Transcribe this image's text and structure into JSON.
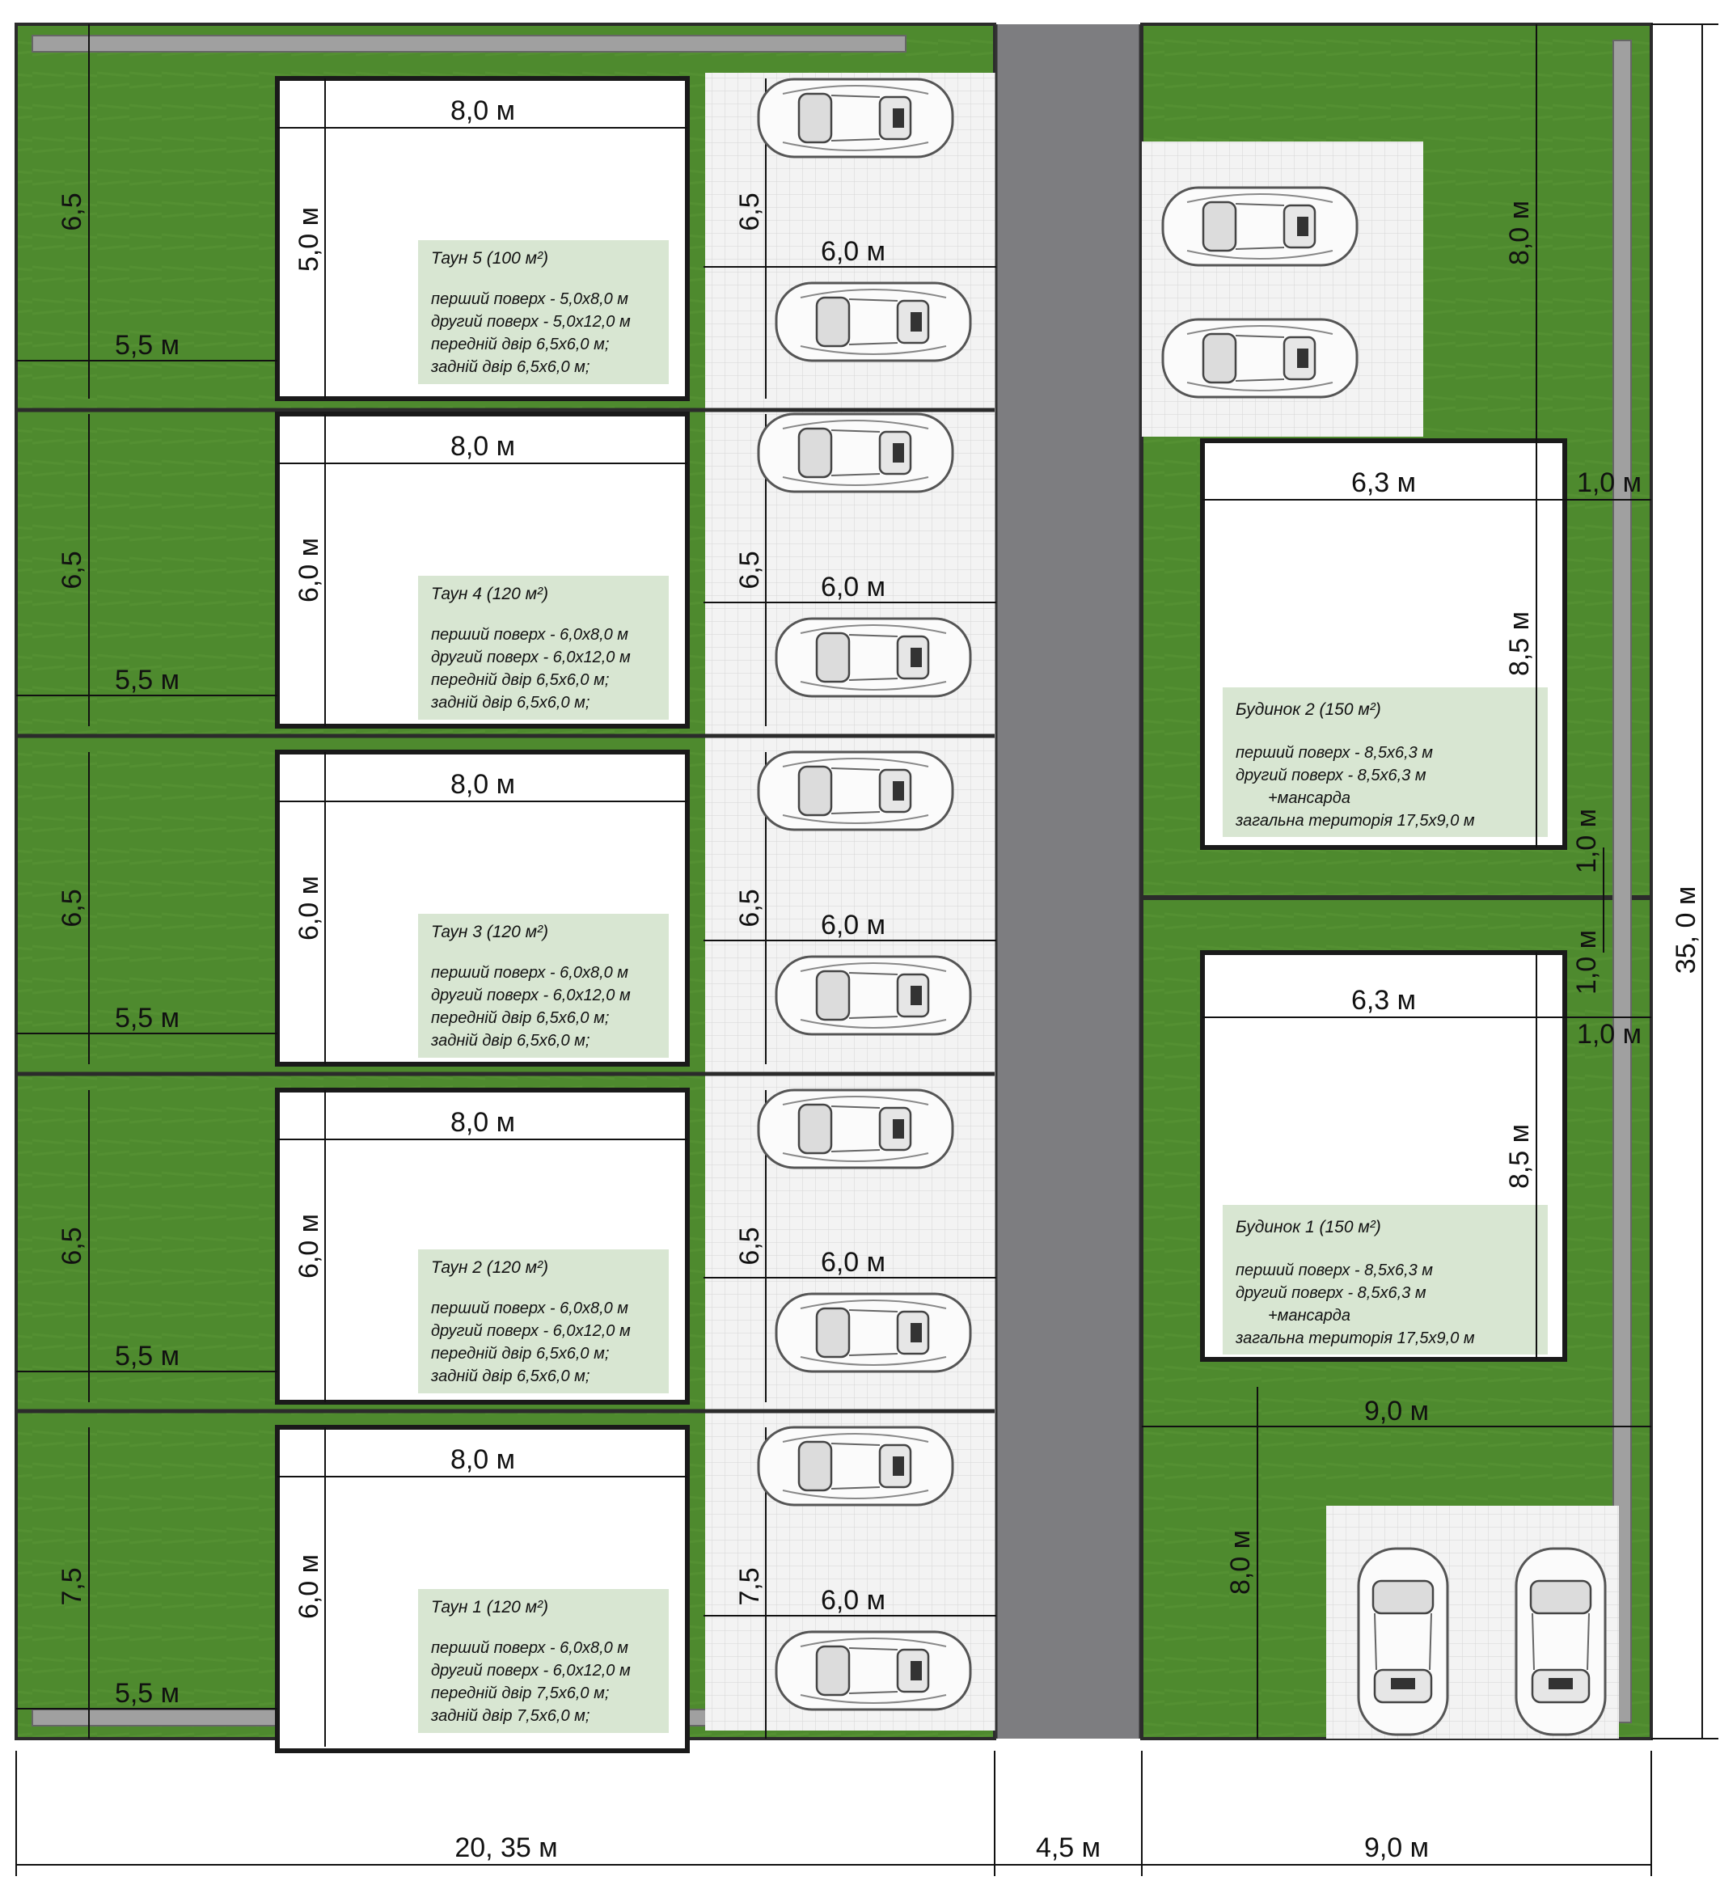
{
  "colors": {
    "lawn": "#4e8a2e",
    "lawn_dark": "#3f7424",
    "road": "#7d7d80",
    "paving": "#f2f2f2",
    "wall": "#1a1a1a",
    "label_box": "#d8e6d2",
    "border_strip": "#a0a0a0"
  },
  "towns": [
    {
      "title": "Таун 5 (100 м²)",
      "lines": [
        "перший поверх - 5,0х8,0 м",
        "другий поверх - 5,0х12,0 м",
        "передній двір 6,5х6,0 м;",
        "задній двір 6,5х6,0 м;"
      ],
      "dim_width": "8,0 м",
      "dim_depth": "5,0 м",
      "dim_yard_depth": "6,5",
      "dim_yard_width": "6,0 м",
      "dim_back_depth": "6,5",
      "dim_back_width": "5,5 м"
    },
    {
      "title": "Таун 4 (120 м²)",
      "lines": [
        "перший поверх - 6,0х8,0 м",
        "другий поверх - 6,0х12,0 м",
        "передній двір 6,5х6,0 м;",
        "задній двір 6,5х6,0 м;"
      ],
      "dim_width": "8,0 м",
      "dim_depth": "6,0 м",
      "dim_yard_depth": "6,5",
      "dim_yard_width": "6,0 м",
      "dim_back_depth": "6,5",
      "dim_back_width": "5,5 м"
    },
    {
      "title": "Таун 3 (120 м²)",
      "lines": [
        "перший поверх - 6,0х8,0 м",
        "другий поверх - 6,0х12,0 м",
        "передній двір 6,5х6,0 м;",
        "задній двір 6,5х6,0 м;"
      ],
      "dim_width": "8,0 м",
      "dim_depth": "6,0 м",
      "dim_yard_depth": "6,5",
      "dim_yard_width": "6,0 м",
      "dim_back_depth": "6,5",
      "dim_back_width": "5,5 м"
    },
    {
      "title": "Таун 2 (120 м²)",
      "lines": [
        "перший поверх - 6,0х8,0 м",
        "другий поверх - 6,0х12,0 м",
        "передній двір 6,5х6,0 м;",
        "задній двір 6,5х6,0 м;"
      ],
      "dim_width": "8,0 м",
      "dim_depth": "6,0 м",
      "dim_yard_depth": "6,5",
      "dim_yard_width": "6,0 м",
      "dim_back_depth": "6,5",
      "dim_back_width": "5,5 м"
    },
    {
      "title": "Таун 1 (120 м²)",
      "lines": [
        "перший поверх - 6,0х8,0 м",
        "другий поверх - 6,0х12,0 м",
        "передній двір 7,5х6,0 м;",
        "задній двір 7,5х6,0 м;"
      ],
      "dim_width": "8,0 м",
      "dim_depth": "6,0 м",
      "dim_yard_depth": "7,5",
      "dim_yard_width": "6,0 м",
      "dim_back_depth": "7,5",
      "dim_back_width": "5,5 м"
    }
  ],
  "houses": [
    {
      "title": "Будинок 2 (150 м²)",
      "lines": [
        "перший поверх - 8,5х6,3 м",
        "другий поверх - 8,5х6,3 м",
        "+мансарда",
        "загальна територія 17,5х9,0 м"
      ],
      "dim_width": "6,3 м",
      "dim_depth": "8,5 м",
      "dim_gap_side": "1,0 м",
      "dim_gap_bottom": "1,0 м",
      "dim_parking": "8,0 м"
    },
    {
      "title": "Будинок 1 (150 м²)",
      "lines": [
        "перший поверх - 8,5х6,3 м",
        "другий поверх - 8,5х6,3 м",
        "+мансарда",
        "загальна територія 17,5х9,0 м"
      ],
      "dim_width": "6,3 м",
      "dim_depth": "8,5 м",
      "dim_gap_top": "1,0 м",
      "dim_gap_side": "1,0 м",
      "dim_plot_width": "9,0 м",
      "dim_parking": "8,0 м"
    }
  ],
  "overall": {
    "left_width": "20, 35 м",
    "road_width": "4,5 м",
    "right_width": "9,0 м",
    "total_height": "35, 0 м"
  }
}
